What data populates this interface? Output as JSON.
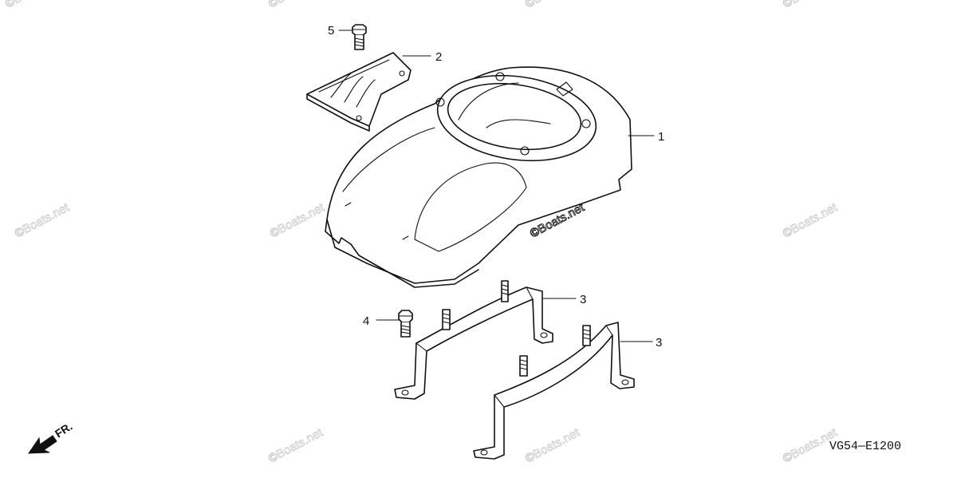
{
  "callouts": [
    {
      "number": "1"
    },
    {
      "number": "2"
    },
    {
      "number": "3"
    },
    {
      "number": "3"
    },
    {
      "number": "4"
    },
    {
      "number": "5"
    }
  ],
  "direction_indicator": {
    "label": "FR."
  },
  "reference_code": "VG54—E1200",
  "watermark": "©Boats.net",
  "colors": {
    "line": "#111111",
    "watermark": "#c8c8c8",
    "background": "#ffffff"
  }
}
